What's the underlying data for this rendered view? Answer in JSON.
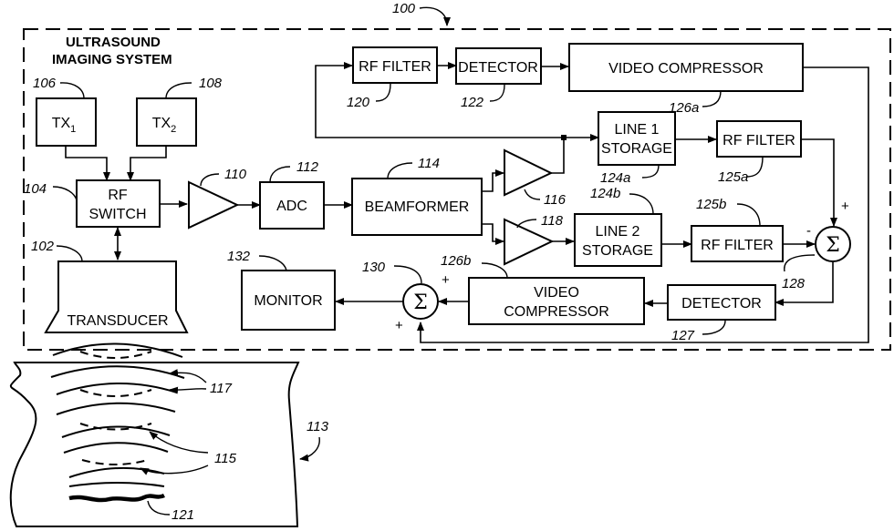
{
  "figure": {
    "system_ref": "100",
    "system_title_line1": "ULTRASOUND",
    "system_title_line2": "IMAGING SYSTEM"
  },
  "blocks": {
    "tx1": {
      "label": "TX",
      "sub": "1",
      "ref": "106"
    },
    "tx2": {
      "label": "TX",
      "sub": "2",
      "ref": "108"
    },
    "rf_switch": {
      "line1": "RF",
      "line2": "SWITCH",
      "ref": "104"
    },
    "transducer": {
      "label": "TRANSDUCER",
      "ref": "102"
    },
    "amp_main": {
      "ref": "110"
    },
    "adc": {
      "label": "ADC",
      "ref": "112"
    },
    "beamformer": {
      "label": "BEAMFORMER",
      "ref": "114"
    },
    "amp_line1": {
      "ref": "116"
    },
    "amp_line2": {
      "ref": "118"
    },
    "rf_filter_top": {
      "label": "RF FILTER",
      "ref": "120"
    },
    "detector_top": {
      "label": "DETECTOR",
      "ref": "122"
    },
    "video_compressor_a": {
      "label": "VIDEO COMPRESSOR",
      "ref": "126a"
    },
    "line1_storage": {
      "line1": "LINE 1",
      "line2": "STORAGE",
      "ref": "124a"
    },
    "rf_filter_a": {
      "label": "RF FILTER",
      "ref": "125a"
    },
    "line2_storage": {
      "line1": "LINE 2",
      "line2": "STORAGE",
      "ref": "124b"
    },
    "rf_filter_b": {
      "label": "RF FILTER",
      "ref": "125b"
    },
    "summer_128": {
      "symbol": "Σ",
      "ref": "128",
      "sign_top": "+",
      "sign_left": "-"
    },
    "detector_bottom": {
      "label": "DETECTOR",
      "ref": "127"
    },
    "video_compressor_b": {
      "line1": "VIDEO",
      "line2": "COMPRESSOR",
      "ref": "126b"
    },
    "summer_130": {
      "symbol": "Σ",
      "ref": "130",
      "sign_right": "+",
      "sign_bottom": "+"
    },
    "monitor": {
      "label": "MONITOR",
      "ref": "132"
    }
  },
  "tissue": {
    "ref": "113",
    "wavefronts_ref": "117",
    "reflections_ref": "115",
    "reflector_ref": "121"
  }
}
